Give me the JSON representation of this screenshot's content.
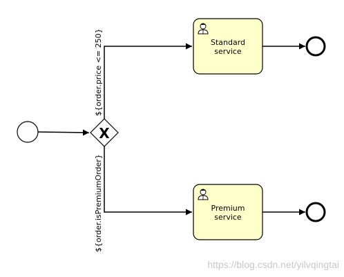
{
  "diagram": {
    "tasks": [
      {
        "id": "standard",
        "label_line1": "Standard",
        "label_line2": "service",
        "icon": "user-icon"
      },
      {
        "id": "premium",
        "label_line1": "Premium",
        "label_line2": "service",
        "icon": "user-icon"
      }
    ],
    "gateway": {
      "type": "exclusive",
      "marker": "X"
    },
    "flows": {
      "upper_condition": "${order.price <= 250}",
      "lower_condition": "${order.isPremiumOrder}"
    }
  },
  "watermark": "https://blog.csdn.net/yilvqingtai",
  "colors": {
    "task_fill": "#ffffcc",
    "stroke": "#000000",
    "background": "#ffffff"
  }
}
